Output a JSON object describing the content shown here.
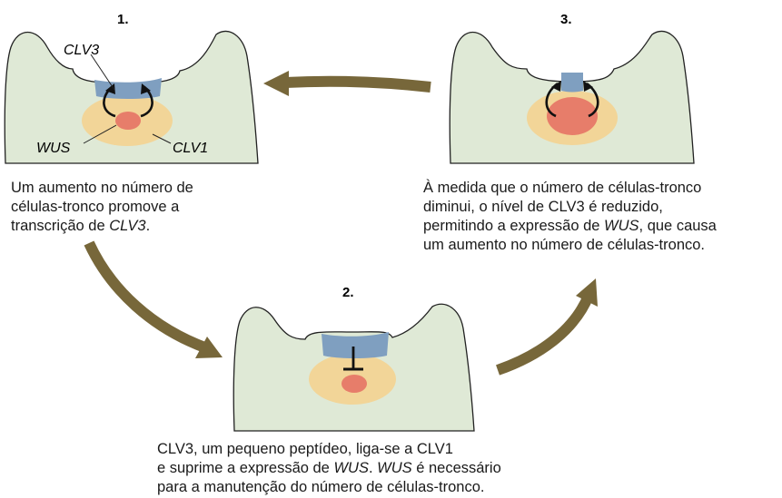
{
  "steps": {
    "one": {
      "number": "1.",
      "labels": {
        "clv3": "CLV3",
        "wus": "WUS",
        "clv1": "CLV1"
      },
      "caption": {
        "l1": "Um aumento no número de",
        "l2": "células-tronco promove a",
        "l3_pre": "transcrição de ",
        "l3_em": "CLV3",
        "l3_post": "."
      }
    },
    "two": {
      "number": "2.",
      "caption": {
        "l1": "CLV3, um pequeno peptídeo, liga-se a CLV1",
        "l2_pre": "e suprime a expressão de ",
        "l2_em1": "WUS",
        "l2_mid": ". ",
        "l2_em2": "WUS",
        "l2_post": " é necessário",
        "l3": "para a manutenção do número de células-tronco."
      }
    },
    "three": {
      "number": "3.",
      "caption": {
        "l1": "À medida que o número de células-tronco",
        "l2": "diminui, o nível de CLV3 é reduzido,",
        "l3_pre": "permitindo a expressão de ",
        "l3_em": "WUS",
        "l3_post": ", que causa",
        "l4": "um aumento no número de células-tronco."
      }
    }
  },
  "colors": {
    "tissue": "#dfe9d6",
    "outline": "#222222",
    "clv3_zone": "#7f9fc0",
    "clv1_zone": "#f2d598",
    "wus_zone": "#e77d6a",
    "cycle_arrow": "#77673a"
  }
}
